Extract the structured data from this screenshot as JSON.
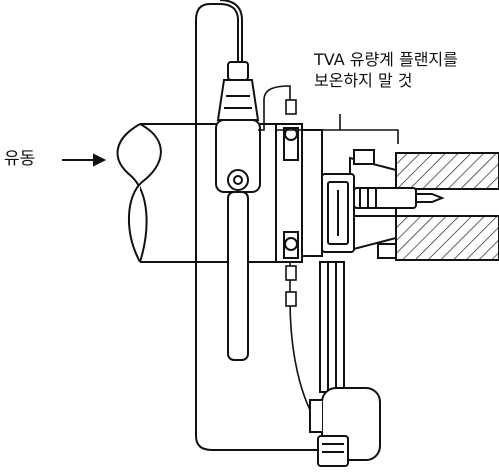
{
  "labels": {
    "flow": "유동",
    "callout_line1": "TVA 유량계 플랜지를",
    "callout_line2": "보온하지 말 것"
  },
  "colors": {
    "line": "#111111",
    "fill": "#ffffff",
    "hatch": "#222222"
  }
}
